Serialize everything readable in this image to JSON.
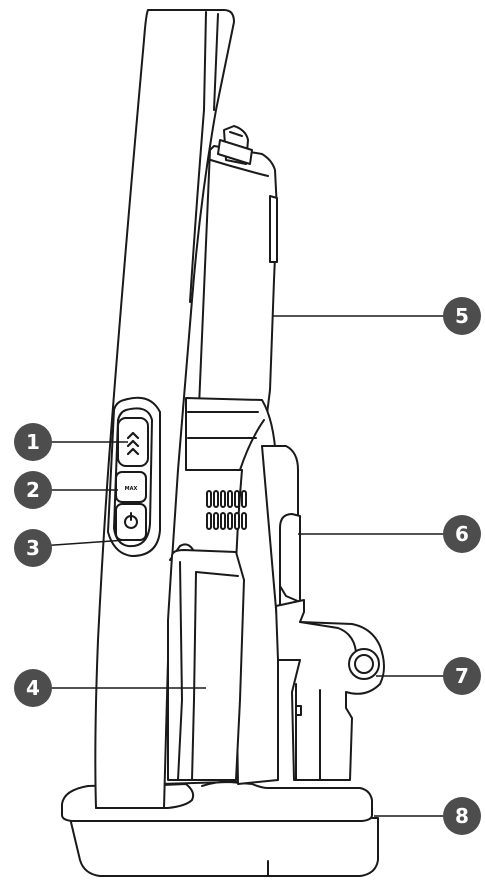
{
  "diagram": {
    "button_label": "MAX",
    "callouts": [
      {
        "number": "1",
        "part": "speed-button"
      },
      {
        "number": "2",
        "part": "max-button"
      },
      {
        "number": "3",
        "part": "power-button"
      },
      {
        "number": "4",
        "part": "handle"
      },
      {
        "number": "5",
        "part": "dust-container"
      },
      {
        "number": "6",
        "part": "release-latch"
      },
      {
        "number": "7",
        "part": "nozzle"
      },
      {
        "number": "8",
        "part": "charging-base"
      }
    ],
    "colors": {
      "outline": "#1a1a1a",
      "body_fill": "#ffffff",
      "callout_fill": "#4d4d4d",
      "callout_text": "#ffffff"
    }
  }
}
